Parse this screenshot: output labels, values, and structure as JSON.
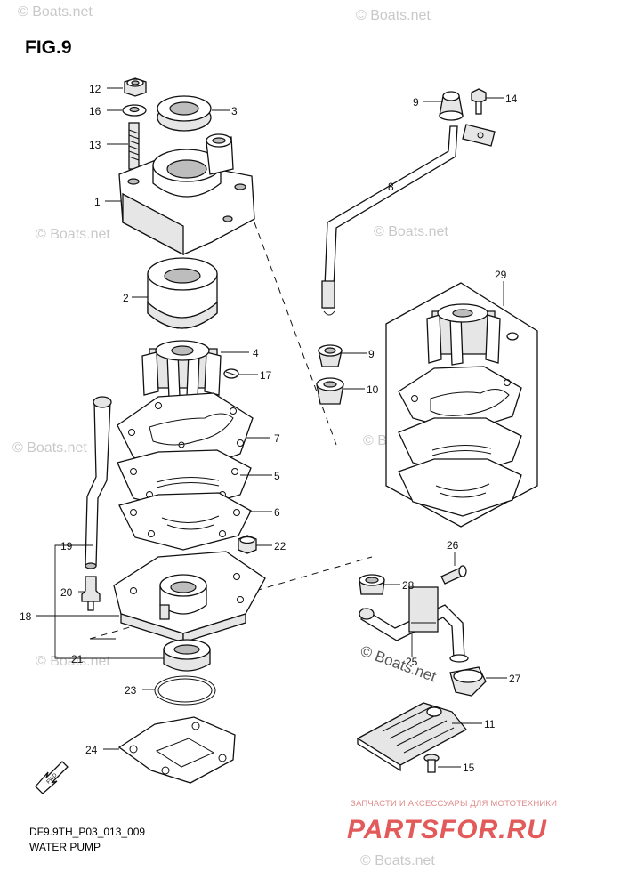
{
  "figure": {
    "title": "FIG.9",
    "code": "DF9.9TH_P03_013_009",
    "name": "WATER PUMP"
  },
  "watermark": {
    "text": "© Boats.net"
  },
  "shop": {
    "tagline": "ЗАПЧАСТИ И АКСЕССУАРЫ ДЛЯ МОТОТЕХНИКИ",
    "logo": "PARTSFOR.RU"
  },
  "fwd_icon": "fwd-arrow-icon",
  "callouts": {
    "c1": "1",
    "c2": "2",
    "c3": "3",
    "c4": "4",
    "c5": "5",
    "c6": "6",
    "c7": "7",
    "c8": "8",
    "c9a": "9",
    "c9b": "9",
    "c10": "10",
    "c11": "11",
    "c12": "12",
    "c13": "13",
    "c14": "14",
    "c15": "15",
    "c16": "16",
    "c17": "17",
    "c18": "18",
    "c19": "19",
    "c20": "20",
    "c21": "21",
    "c22": "22",
    "c23": "23",
    "c24": "24",
    "c25": "25",
    "c26": "26",
    "c27": "27",
    "c28": "28",
    "c29": "29"
  }
}
